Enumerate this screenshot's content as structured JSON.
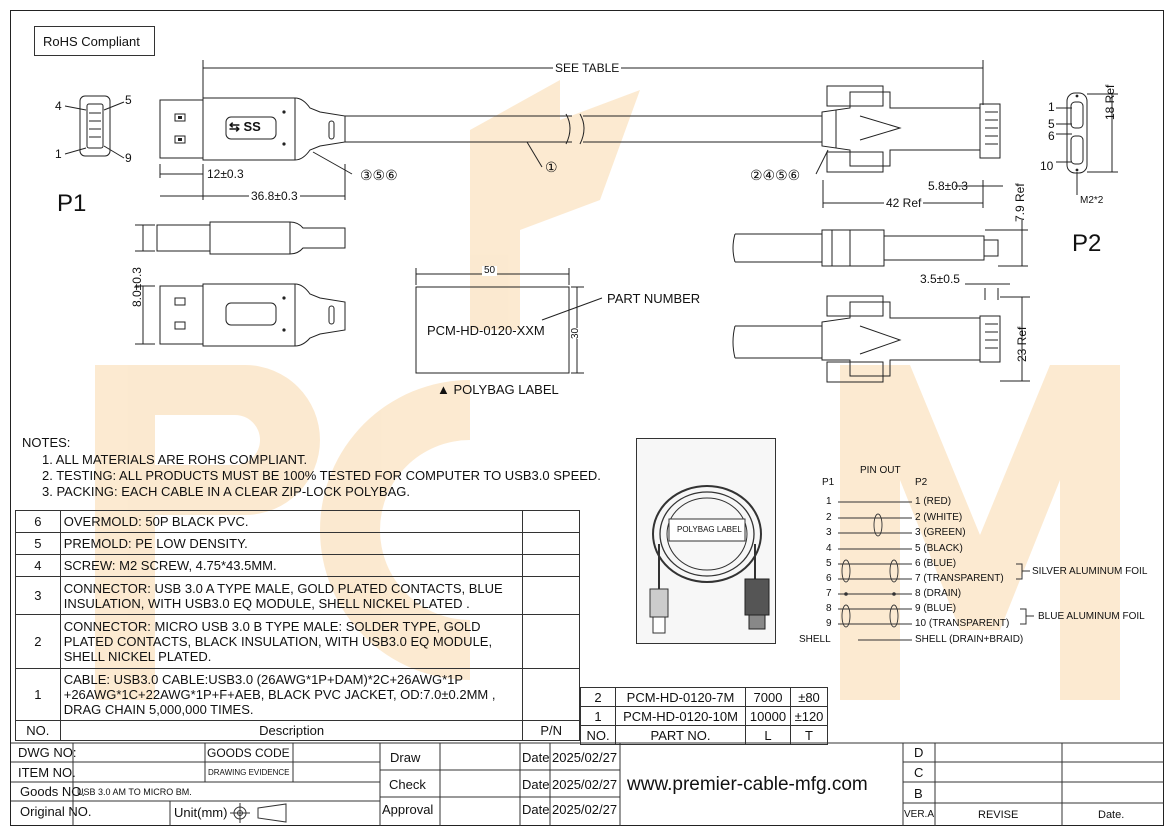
{
  "badge": "RoHS Compliant",
  "dims": {
    "length": "SEE  TABLE",
    "d12": "12±0.3",
    "d368": "36.8±0.3",
    "d80": "8.0±0.3",
    "d58": "5.8±0.3",
    "d42": "42 Ref",
    "d79": "7.9 Ref",
    "d18": "18 Ref",
    "d23": "23 Ref",
    "d35": "3.5±0.5",
    "m2": "M2*2"
  },
  "callouts": {
    "c356": "③⑤⑥",
    "c1": "①",
    "c2456": "②④⑤⑥"
  },
  "pins": {
    "p1_4": "4",
    "p1_5": "5",
    "p1_1": "1",
    "p1_9": "9",
    "p2_1": "1",
    "p2_5": "5",
    "p2_6": "6",
    "p2_10": "10"
  },
  "ends": {
    "p1": "P1",
    "p2": "P2"
  },
  "label": {
    "w": "50",
    "h": "30",
    "part": "PCM-HD-0120-XXM",
    "part_number": "PART NUMBER",
    "caption": "▲ POLYBAG LABEL"
  },
  "pkg": {
    "label": "POLYBAG LABEL"
  },
  "notes": {
    "heading": "NOTES:",
    "items": [
      "1.  ALL MATERIALS ARE ROHS COMPLIANT.",
      "2. TESTING: ALL PRODUCTS MUST BE 100% TESTED FOR COMPUTER TO USB3.0 SPEED.",
      "3. PACKING: EACH CABLE IN A CLEAR ZIP-LOCK POLYBAG."
    ]
  },
  "pinout": {
    "title": "PIN OUT",
    "p1": "P1",
    "p2": "P2",
    "rows": [
      {
        "a": "1",
        "b": "1 (RED)"
      },
      {
        "a": "2",
        "b": "2 (WHITE)"
      },
      {
        "a": "3",
        "b": "3 (GREEN)"
      },
      {
        "a": "4",
        "b": "5 (BLACK)"
      },
      {
        "a": "5",
        "b": "6 (BLUE)"
      },
      {
        "a": "6",
        "b": "7 (TRANSPARENT)"
      },
      {
        "a": "7",
        "b": "8 (DRAIN)"
      },
      {
        "a": "8",
        "b": "9 (BLUE)"
      },
      {
        "a": "9",
        "b": "10 (TRANSPARENT)"
      },
      {
        "a": "SHELL",
        "b": "SHELL (DRAIN+BRAID)"
      }
    ],
    "foil1": "SILVER ALUMINUM FOIL",
    "foil2": "BLUE ALUMINUM FOIL"
  },
  "bom": {
    "rows": [
      {
        "no": "6",
        "desc": "OVERMOLD: 50P BLACK PVC."
      },
      {
        "no": "5",
        "desc": "PREMOLD: PE LOW DENSITY."
      },
      {
        "no": "4",
        "desc": "SCREW: M2 SCREW, 4.75*43.5MM."
      },
      {
        "no": "3",
        "desc": "CONNECTOR: USB 3.0 A TYPE MALE,  GOLD PLATED CONTACTS, BLUE INSULATION, WITH USB3.0 EQ MODULE, SHELL NICKEL PLATED ."
      },
      {
        "no": "2",
        "desc": "CONNECTOR: MICRO USB 3.0 B TYPE MALE: SOLDER TYPE, GOLD PLATED CONTACTS, BLACK INSULATION,  WITH USB3.0 EQ MODULE, SHELL NICKEL PLATED."
      },
      {
        "no": "1",
        "desc": "CABLE: USB3.0 CABLE:USB3.0 (26AWG*1P+DAM)*2C+26AWG*1P +26AWG*1C+22AWG*1P+F+AEB, BLACK PVC JACKET, OD:7.0±0.2MM , DRAG CHAIN 5,000,000 TIMES."
      }
    ],
    "h_no": "NO.",
    "h_desc": "Description",
    "h_pn": "P/N"
  },
  "parts": {
    "rows": [
      {
        "no": "2",
        "part": "PCM-HD-0120-7M",
        "l": "7000",
        "t": "±80"
      },
      {
        "no": "1",
        "part": "PCM-HD-0120-10M",
        "l": "10000",
        "t": "±120"
      }
    ],
    "h_no": "NO.",
    "h_part": "PART NO.",
    "h_l": "L",
    "h_t": "T"
  },
  "title_block": {
    "dwg": "DWG NO:",
    "item": "ITEM NO.",
    "goods": "Goods NO.",
    "goods_val": "USB 3.0 AM TO MICRO BM.",
    "original": "Original NO.",
    "goods_code": "GOODS CODE",
    "drawing_evidence": "DRAWING EVIDENCE",
    "unit": "Unit(mm)",
    "draw": "Draw",
    "check": "Check",
    "approval": "Approval",
    "date": "Date",
    "date1": "2025/02/27",
    "date2": "2025/02/27",
    "date3": "2025/02/27",
    "website": "www.premier-cable-mfg.com",
    "rev_d": "D",
    "rev_c": "C",
    "rev_b": "B",
    "vera": "VER.A",
    "revise": "REVISE",
    "datecol": "Date."
  },
  "watermark": "PCM",
  "colors": {
    "watermark": "#f6c27a",
    "ink": "#111111"
  }
}
